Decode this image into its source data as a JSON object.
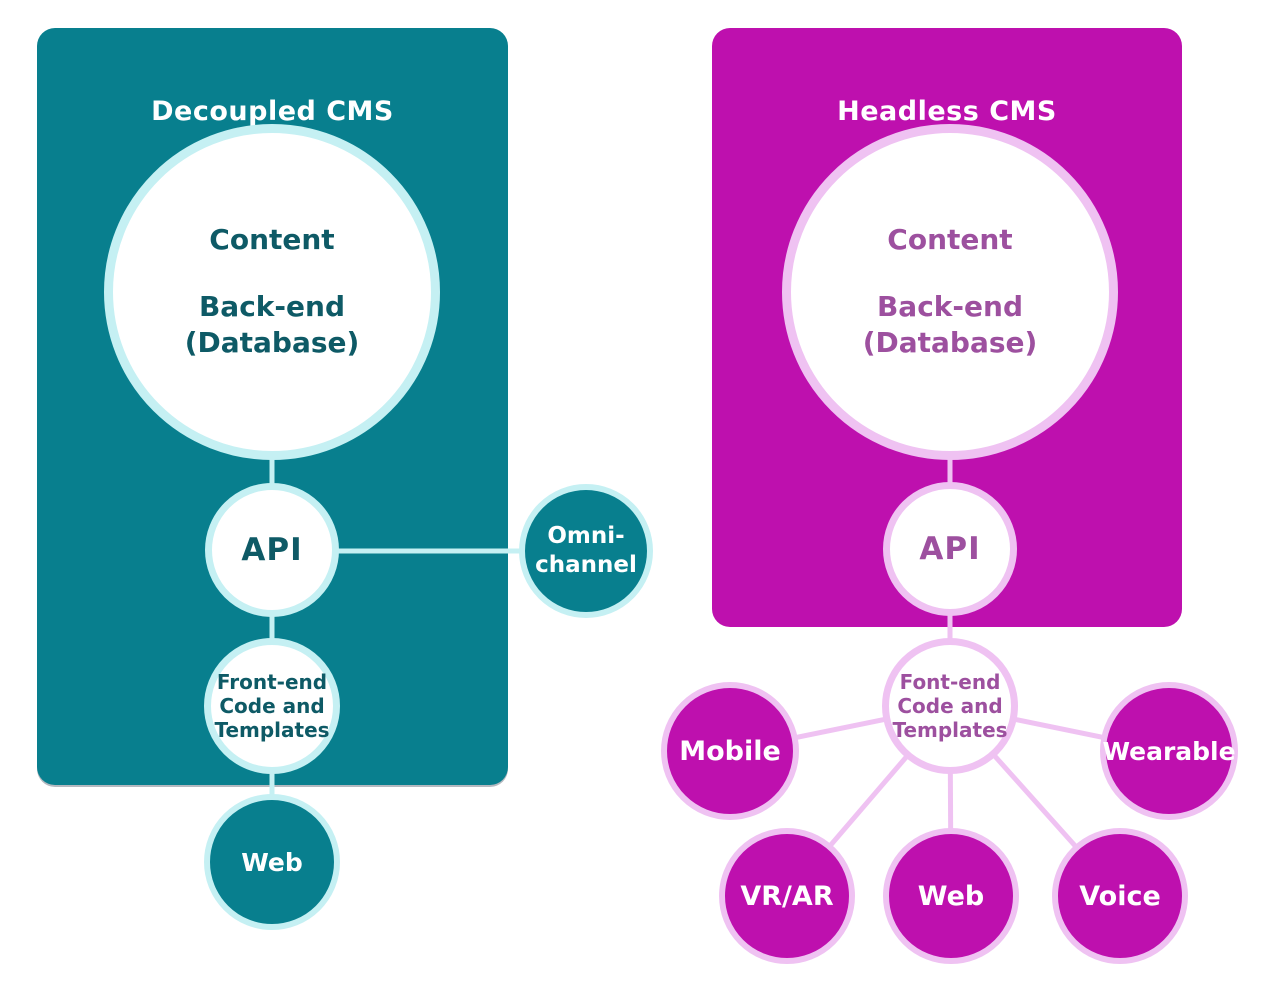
{
  "colors": {
    "teal_panel": "#087F8E",
    "teal_text": "#0E5A66",
    "cyan_ring": "#C5F0F3",
    "magenta_panel": "#BE10AE",
    "pink_ring": "#EFC2F2",
    "purple_text": "#9D509F",
    "white_text": "#FFFFFF"
  },
  "left_panel": {
    "title": "Decoupled CMS",
    "backend_node": {
      "line1": "Content",
      "line2": "Back-end",
      "line3": "(Database)"
    },
    "api_label": "API",
    "frontend_node": {
      "line1": "Front-end",
      "line2": "Code and",
      "line3": "Templates"
    },
    "web_label": "Web",
    "omnichannel_node": {
      "line1": "Omni-",
      "line2": "channel"
    }
  },
  "right_panel": {
    "title": "Headless CMS",
    "backend_node": {
      "line1": "Content",
      "line2": "Back-end",
      "line3": "(Database)"
    },
    "api_label": "API",
    "frontend_node": {
      "line1": "Font-end",
      "line2": "Code and",
      "line3": "Templates"
    },
    "satellites": [
      {
        "label": "Mobile"
      },
      {
        "label": "Wearable"
      },
      {
        "label": "VR/AR"
      },
      {
        "label": "Web"
      },
      {
        "label": "Voice"
      }
    ]
  }
}
